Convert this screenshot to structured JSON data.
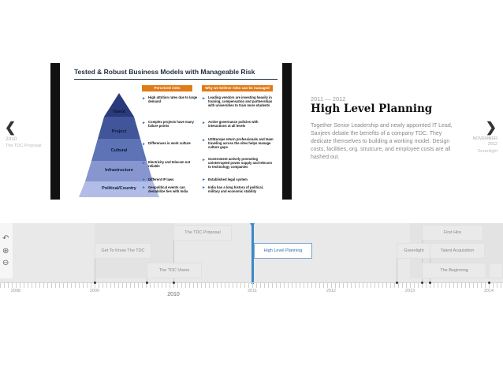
{
  "slide": {
    "image": {
      "title": "Tested & Robust Business Models with Manageable Risk",
      "col_left_head": "Perceived risks",
      "col_right_head": "Why we believe risks can be managed",
      "pyramid_levels": [
        "Talent",
        "Project",
        "Cultural",
        "Infrastructure",
        "Political/Country"
      ],
      "risks": [
        "High attrition rates due to large demand",
        "Complex projects have many failure points",
        "Differences in work culture",
        "Electricity and telecom not reliable",
        "Different IP laws",
        "Geopolitical events can destabilize ties with India"
      ],
      "mitigations": [
        "Leading vendors are investing heavily in training, compensation and partnerships with universities to train more students",
        "Active governance policies with interactions at all levels",
        "US/Europe return professionals and team traveling across the sites helps manage culture gaps",
        "Government actively promoting uninterrupted power supply and telecom to technology companies",
        "Established legal system",
        "India has a long history of political, military and economic stability"
      ]
    },
    "date_range": "2011 — 2012",
    "headline": "High Level Planning",
    "body": "Together Senior Leadership and newly appointed IT Lead, Sanjeev debate the benefits of a company TDC. They dedicate themselves to building a working model. Design costs, facilities, org. strutcure, and employee costs are all hashed out."
  },
  "nav": {
    "prev_date": "2010",
    "prev_title": "The TDC Proposal",
    "next_date": "NOVEMBER 2012",
    "next_title": "Greenlight"
  },
  "timeline": {
    "markers": [
      {
        "label": "The TDC Proposal"
      },
      {
        "label": "Get To Know The TDC"
      },
      {
        "label": "The TDC Vision"
      },
      {
        "label": "High Level Planning",
        "active": true
      },
      {
        "label": "Greenlight"
      },
      {
        "label": "First Hire"
      },
      {
        "label": "Talent Acquisition"
      },
      {
        "label": "The Beginning"
      }
    ],
    "years": [
      "2008",
      "2009",
      "2011",
      "2012",
      "2013",
      "2014"
    ],
    "major_year": "2010"
  },
  "icons": {
    "prev": "chevron-left-icon",
    "next": "chevron-right-icon",
    "back": "back-arrow-icon",
    "zoom_in": "zoom-in-icon",
    "zoom_out": "zoom-out-icon"
  },
  "colors": {
    "accent": "#3a89c9",
    "header_orange": "#e07b1a",
    "pyramid_dark": "#1d2e6e",
    "pyramid_light": "#c9d3ef"
  }
}
